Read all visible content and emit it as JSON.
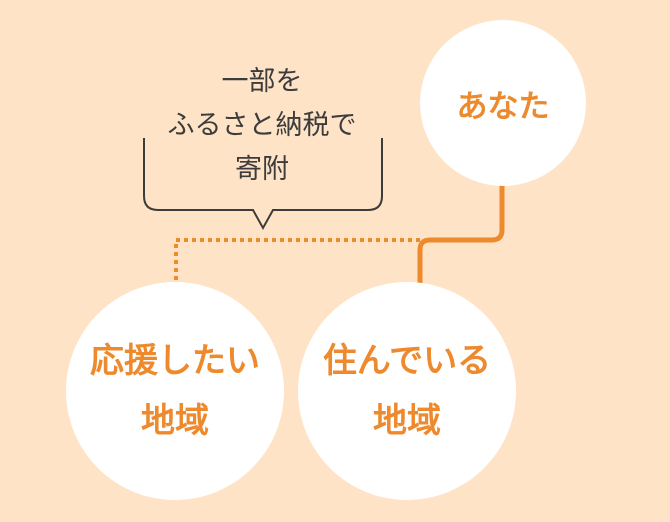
{
  "nodes": {
    "you": {
      "label": "あなた"
    },
    "support_region": {
      "line1": "応援したい",
      "line2": "地域"
    },
    "home_region": {
      "line1": "住んでいる",
      "line2": "地域"
    }
  },
  "annotation": {
    "line1": "一部を",
    "line2": "ふるさと納税で",
    "line3": "寄附"
  },
  "colors": {
    "background": "#FEE3C6",
    "accent": "#EE8A2E",
    "circle": "#FFFFFF",
    "bubble_text": "#3C3C3C"
  }
}
